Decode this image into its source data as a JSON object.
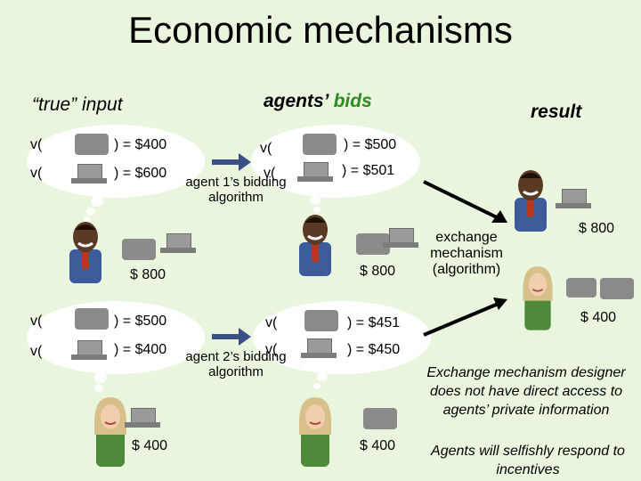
{
  "slide": {
    "title": "Economic mechanisms",
    "header_true_input": "“true” input",
    "header_agents_bids_prefix": "agents’",
    "header_agents_bids_highlight": "bids",
    "header_result": "result"
  },
  "agent1": {
    "true_value_1": "v(",
    "true_value_1_amount": ") = $400",
    "true_value_2": "v(",
    "true_value_2_amount": ") = $600",
    "bid_value_1": "v(",
    "bid_value_1_amount": ") = $500",
    "bid_value_2": "v(",
    "bid_value_2_amount": ") = $501",
    "bidding_label_line1": "agent 1’s bidding",
    "bidding_label_line2": "algorithm",
    "price_left": "$ 800",
    "price_right": "$ 800"
  },
  "agent2": {
    "true_value_1": "v(",
    "true_value_1_amount": ") = $500",
    "true_value_2": "v(",
    "true_value_2_amount": ") = $400",
    "bid_value_1": "v(",
    "bid_value_1_amount": ") = $451",
    "bid_value_2": "v(",
    "bid_value_2_amount": ") = $450",
    "bidding_label_line1": "agent 2’s bidding",
    "bidding_label_line2": "algorithm",
    "price_left": "$ 400",
    "price_right": "$ 400"
  },
  "mechanism": {
    "label_line1": "exchange",
    "label_line2": "mechanism",
    "label_line3": "(algorithm)",
    "result_price_1": "$ 800",
    "result_price_2": "$ 400"
  },
  "notes": {
    "designer_line1": "Exchange mechanism designer",
    "designer_line2": "does not have direct access to",
    "designer_line3": "agents’ private information",
    "incentives_line1": "Agents will selfishly respond to",
    "incentives_line2": "incentives"
  },
  "colors": {
    "background": "#eaf5de",
    "bubble": "#ffffff",
    "arrow_blue": "#3a4f86",
    "bids_green": "#2e8b22"
  },
  "icons": {
    "agent1": "man-avatar-icon",
    "agent2": "woman-avatar-icon",
    "item_a": "item-object-icon",
    "item_b": "computer-icon"
  }
}
